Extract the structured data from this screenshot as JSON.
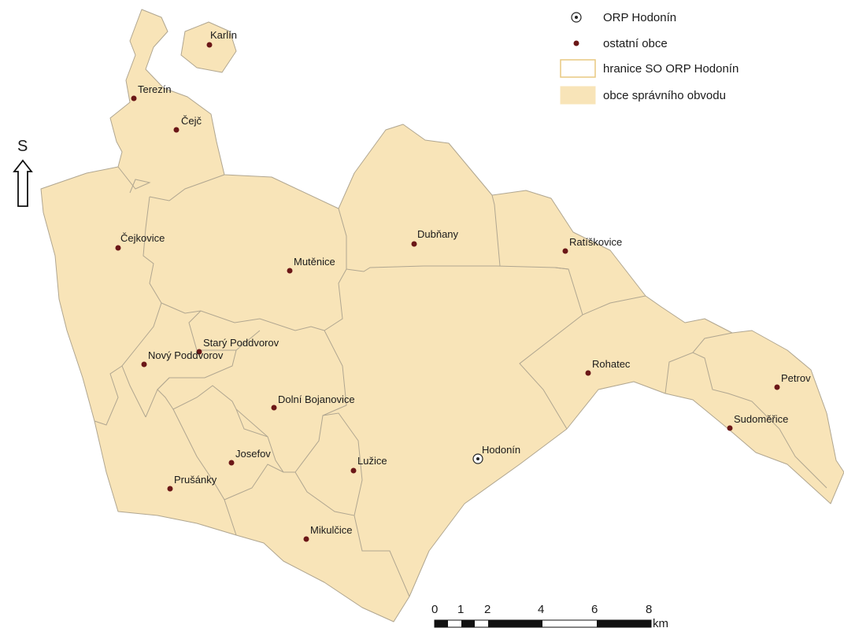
{
  "legend": {
    "orp": "ORP Hodonín",
    "other": "ostatní obce",
    "boundary": "hranice SO ORP Hodonín",
    "municipalities": "obce správního obvodu"
  },
  "north_label": "S",
  "scale": {
    "ticks": [
      "0",
      "1",
      "2",
      "4",
      "6",
      "8"
    ],
    "unit": "km"
  },
  "colors": {
    "fill": "#f8e4b8",
    "border": "#b0a690",
    "town": "#6b1717"
  },
  "towns": [
    {
      "name": "Karlín"
    },
    {
      "name": "Terezín"
    },
    {
      "name": "Čejč"
    },
    {
      "name": "Čejkovice"
    },
    {
      "name": "Mutěnice"
    },
    {
      "name": "Dubňany"
    },
    {
      "name": "Ratíškovice"
    },
    {
      "name": "Starý Poddvorov"
    },
    {
      "name": "Nový Poddvorov"
    },
    {
      "name": "Dolní Bojanovice"
    },
    {
      "name": "Rohatec"
    },
    {
      "name": "Petrov"
    },
    {
      "name": "Sudoměřice"
    },
    {
      "name": "Josefov"
    },
    {
      "name": "Prušánky"
    },
    {
      "name": "Lužice"
    },
    {
      "name": "Mikulčice"
    }
  ],
  "orp_town": {
    "name": "Hodonín"
  }
}
